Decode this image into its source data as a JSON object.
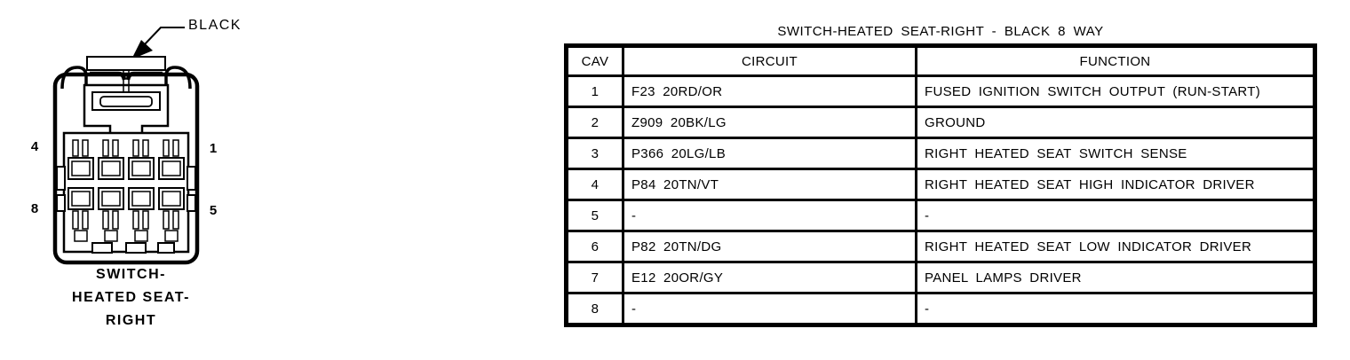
{
  "colors": {
    "ink": "#000000",
    "background": "#ffffff"
  },
  "connector": {
    "color_label": "BLACK",
    "pins": {
      "top_left": "4",
      "top_right": "1",
      "bottom_left": "8",
      "bottom_right": "5"
    },
    "caption_lines": [
      "SWITCH-",
      "HEATED SEAT-",
      "RIGHT"
    ]
  },
  "table": {
    "title": "SWITCH-HEATED SEAT-RIGHT - BLACK 8 WAY",
    "columns": [
      "CAV",
      "CIRCUIT",
      "FUNCTION"
    ],
    "rows": [
      {
        "cav": "1",
        "circuit": "F23 20RD/OR",
        "function": "FUSED IGNITION SWITCH OUTPUT (RUN-START)"
      },
      {
        "cav": "2",
        "circuit": "Z909 20BK/LG",
        "function": "GROUND"
      },
      {
        "cav": "3",
        "circuit": "P366 20LG/LB",
        "function": "RIGHT HEATED SEAT SWITCH SENSE"
      },
      {
        "cav": "4",
        "circuit": "P84 20TN/VT",
        "function": "RIGHT HEATED SEAT HIGH INDICATOR DRIVER"
      },
      {
        "cav": "5",
        "circuit": "-",
        "function": "-"
      },
      {
        "cav": "6",
        "circuit": "P82 20TN/DG",
        "function": "RIGHT HEATED SEAT LOW INDICATOR DRIVER"
      },
      {
        "cav": "7",
        "circuit": "E12 20OR/GY",
        "function": "PANEL LAMPS DRIVER"
      },
      {
        "cav": "8",
        "circuit": "-",
        "function": "-"
      }
    ]
  }
}
